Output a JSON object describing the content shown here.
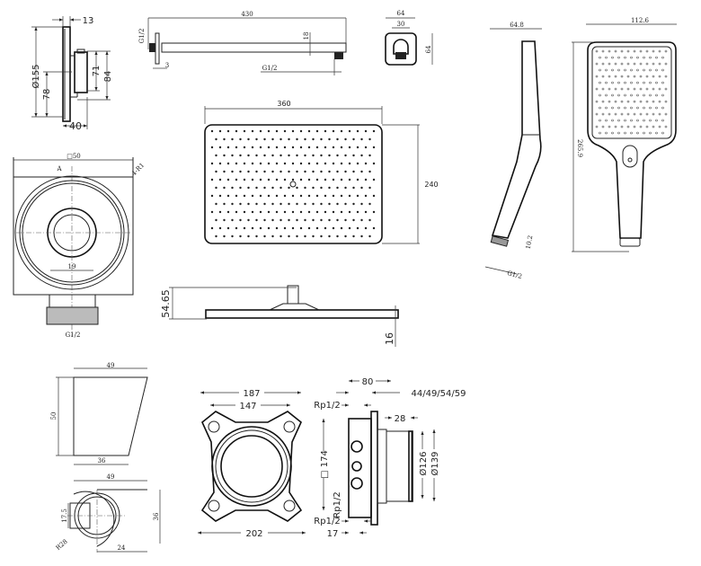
{
  "thermostat_side": {
    "d_13": "13",
    "d_155": "Ø155",
    "d_78": "78",
    "d_71": "71",
    "d_84": "84",
    "d_40": "40"
  },
  "shower_arm": {
    "length": "430",
    "thread_left": "G1/2",
    "diameter": "18",
    "thread_outlet": "G1/2",
    "flange": "3"
  },
  "wall_outlet_front": {
    "width": "64",
    "inner": "30",
    "height": "64"
  },
  "overhead_top": {
    "width": "360",
    "depth": "240"
  },
  "overhead_side": {
    "height": "54.65",
    "thickness": "16"
  },
  "wall_outlet_detail": {
    "square": "□50",
    "radius": "4-R1",
    "section": "A",
    "inner": "19",
    "thread": "G1/2"
  },
  "hand_shower_side": {
    "depth": "64.8",
    "connector": "10.2",
    "thread": "G1/2"
  },
  "hand_shower_front": {
    "width": "112.6",
    "length": "265.9"
  },
  "holder_side": {
    "top": "49",
    "height": "50",
    "bottom": "36"
  },
  "holder_top": {
    "width": "49",
    "neck": "17.5",
    "depth": "36",
    "offset": "24",
    "radius": "R28"
  },
  "mounting_frame": {
    "outer": "187",
    "inner": "147",
    "overall": "202"
  },
  "ibox_side": {
    "depth": "80",
    "plaster": "44/49/54/59",
    "rp_top": "Rp1/2",
    "trim": "28",
    "square": "□ 174",
    "rp_mid": "Rp1/2",
    "d126": "Ø126",
    "d139": "Ø139",
    "rp_bottom": "Rp1/2",
    "offset": "17"
  }
}
